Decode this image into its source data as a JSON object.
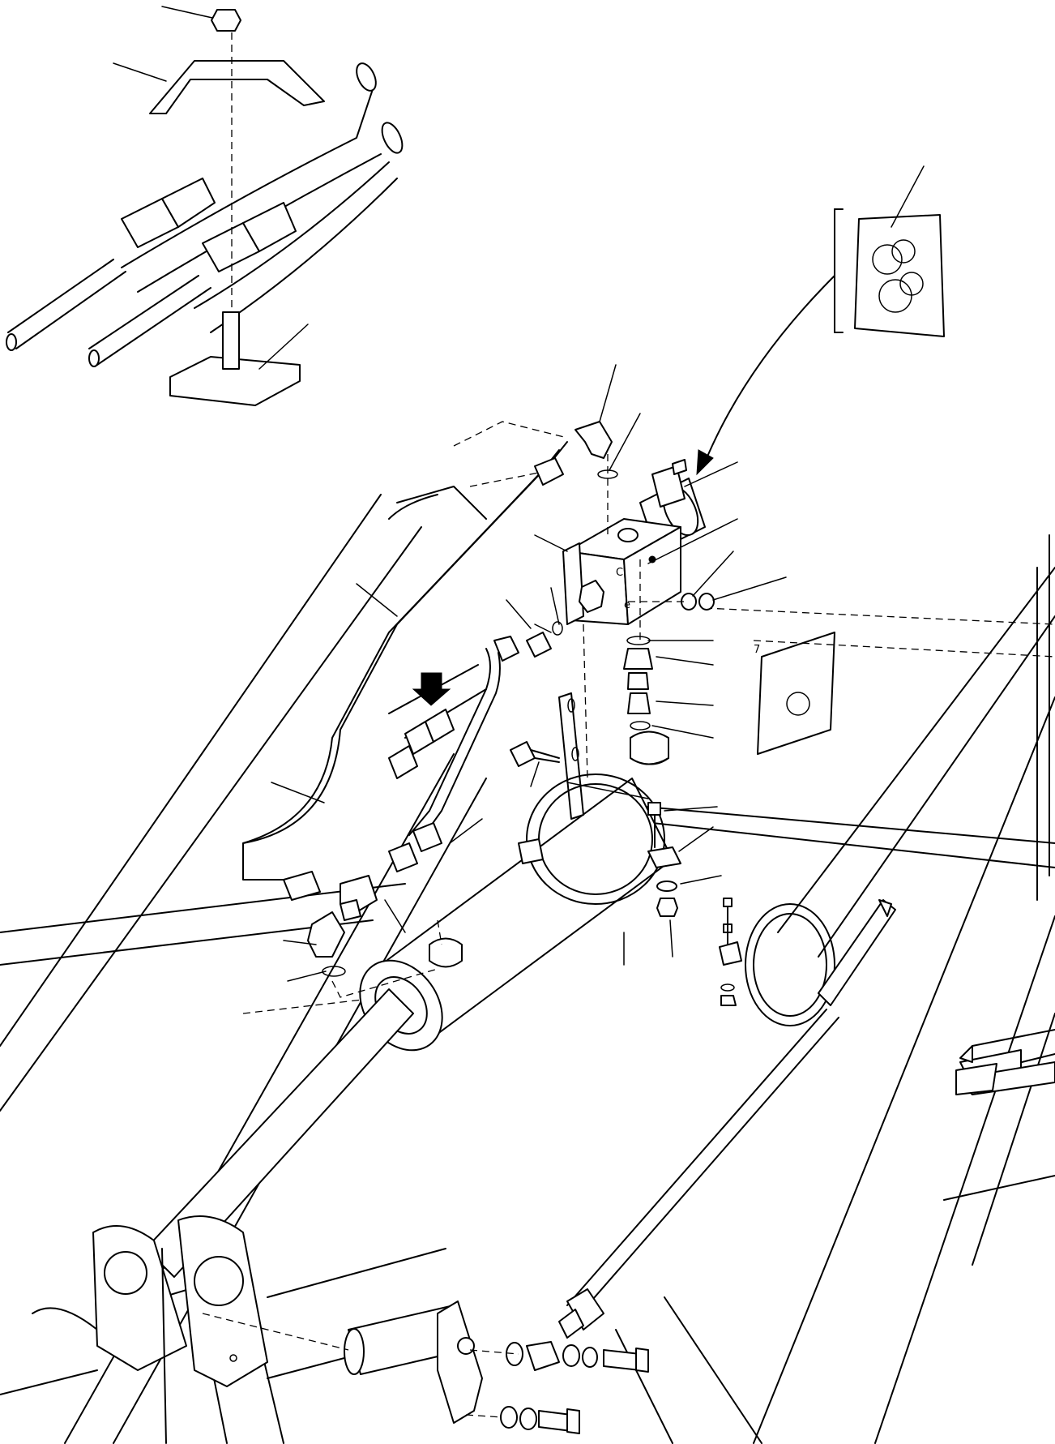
{
  "diagram": {
    "face_labels": [
      "C",
      "e"
    ],
    "detail_label": "7"
  }
}
